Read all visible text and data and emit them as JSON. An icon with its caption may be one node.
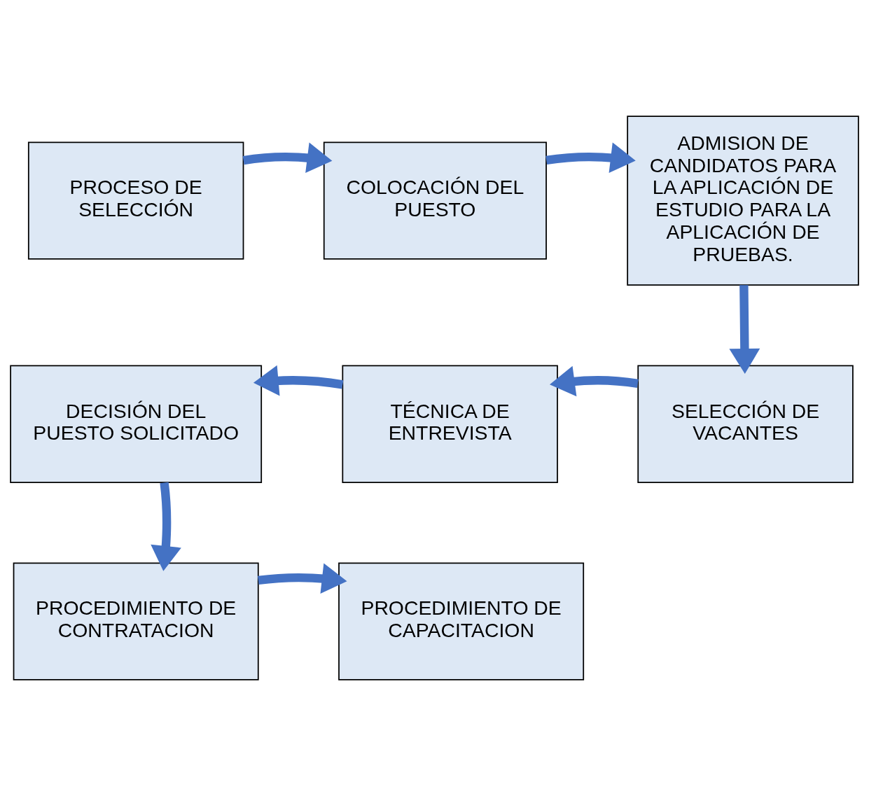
{
  "diagram": {
    "nodes": [
      {
        "text": [
          "PROCESO DE SELECCIÓN"
        ]
      },
      {
        "text": [
          "COLOCACIÓN DEL PUESTO"
        ]
      },
      {
        "text": [
          "ADMISION DE CANDIDATOS PARA LA APLICACIÓN DE ESTUDIO PARA LA APLICACIÓN DE PRUEBAS."
        ]
      },
      {
        "text": [
          "SELECCIÓN DE VACANTES"
        ]
      },
      {
        "text": [
          "TÉCNICA DE ENTREVISTA"
        ]
      },
      {
        "text": [
          "DECISIÓN DEL PUESTO SOLICITADO"
        ]
      },
      {
        "text": [
          "PROCEDIMIENTO DE CONTRATACION"
        ]
      },
      {
        "text": [
          "PROCEDIMIENTO DE CAPACITACION"
        ]
      }
    ],
    "edges": [
      {
        "from": 0,
        "to": 1,
        "arrow": "to"
      },
      {
        "from": 1,
        "to": 2,
        "arrow": "to"
      },
      {
        "from": 2,
        "to": 3,
        "arrow": "to"
      },
      {
        "from": 3,
        "to": 4,
        "arrow": "to"
      },
      {
        "from": 4,
        "to": 5,
        "arrow": "to"
      },
      {
        "from": 5,
        "to": 6,
        "arrow": "to"
      },
      {
        "from": 6,
        "to": 7,
        "arrow": "to"
      }
    ]
  }
}
